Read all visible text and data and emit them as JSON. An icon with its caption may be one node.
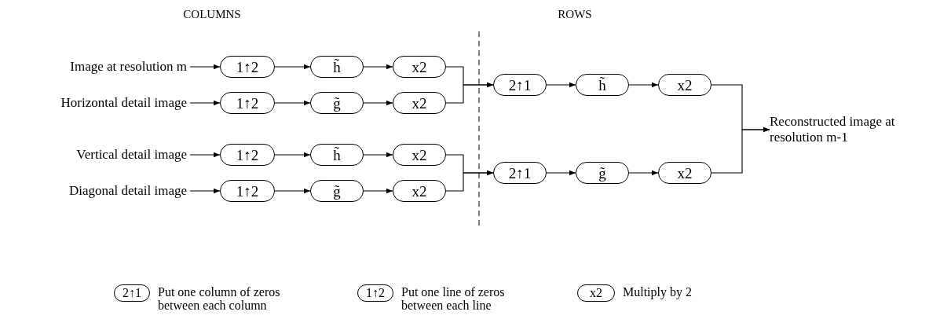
{
  "diagram": {
    "nodes": [
      {
        "text": [
          "Image at resolution m"
        ]
      },
      {
        "text": [
          "1↑2"
        ]
      },
      {
        "text": [
          "h̃"
        ]
      },
      {
        "text": [
          "x2"
        ]
      },
      {
        "text": [
          "Horizontal detail image"
        ]
      },
      {
        "text": [
          "1↑2"
        ]
      },
      {
        "text": [
          "g̃"
        ]
      },
      {
        "text": [
          "x2"
        ]
      },
      {
        "text": [
          "Vertical detail image"
        ]
      },
      {
        "text": [
          "1↑2"
        ]
      },
      {
        "text": [
          "h̃"
        ]
      },
      {
        "text": [
          "x2"
        ]
      },
      {
        "text": [
          "Diagonal detail image"
        ]
      },
      {
        "text": [
          "1↑2"
        ]
      },
      {
        "text": [
          "g̃"
        ]
      },
      {
        "text": [
          "x2"
        ]
      },
      {
        "text": [
          "2↑1"
        ]
      },
      {
        "text": [
          "h̃"
        ]
      },
      {
        "text": [
          "x2"
        ]
      },
      {
        "text": [
          "2↑1"
        ]
      },
      {
        "text": [
          "g̃"
        ]
      },
      {
        "text": [
          "x2"
        ]
      },
      {
        "text": [
          "Reconstructed image at resolution m-1"
        ]
      },
      {
        "text": [
          "2↑1"
        ],
        "beside": [
          "Put one column of zeros between each column"
        ]
      },
      {
        "text": [
          "1↑2"
        ],
        "beside": [
          "Put one line of zeros between each line"
        ]
      },
      {
        "text": [
          "x2"
        ],
        "beside": [
          "Multiply by 2"
        ]
      }
    ],
    "edges": [
      {
        "from": 0,
        "to": 1,
        "arrow": "to"
      },
      {
        "from": 1,
        "to": 2,
        "arrow": "to"
      },
      {
        "from": 2,
        "to": 3,
        "arrow": "to"
      },
      {
        "from": 4,
        "to": 5,
        "arrow": "to"
      },
      {
        "from": 5,
        "to": 6,
        "arrow": "to"
      },
      {
        "from": 6,
        "to": 7,
        "arrow": "to"
      },
      {
        "from": 8,
        "to": 9,
        "arrow": "to"
      },
      {
        "from": 9,
        "to": 10,
        "arrow": "to"
      },
      {
        "from": 10,
        "to": 11,
        "arrow": "to"
      },
      {
        "from": 12,
        "to": 13,
        "arrow": "to"
      },
      {
        "from": 13,
        "to": 14,
        "arrow": "to"
      },
      {
        "from": 14,
        "to": 15,
        "arrow": "to"
      },
      {
        "from": 3,
        "to": 16,
        "arrow": "to"
      },
      {
        "from": 7,
        "to": 16,
        "arrow": "to"
      },
      {
        "from": 11,
        "to": 19,
        "arrow": "to"
      },
      {
        "from": 15,
        "to": 19,
        "arrow": "to"
      },
      {
        "from": 16,
        "to": 17,
        "arrow": "to"
      },
      {
        "from": 17,
        "to": 18,
        "arrow": "to"
      },
      {
        "from": 19,
        "to": 20,
        "arrow": "to"
      },
      {
        "from": 20,
        "to": 21,
        "arrow": "to"
      },
      {
        "from": 18,
        "to": 22,
        "arrow": "to"
      },
      {
        "from": 21,
        "to": 22,
        "arrow": "to"
      }
    ],
    "labels": [
      "COLUMNS",
      "ROWS"
    ]
  }
}
